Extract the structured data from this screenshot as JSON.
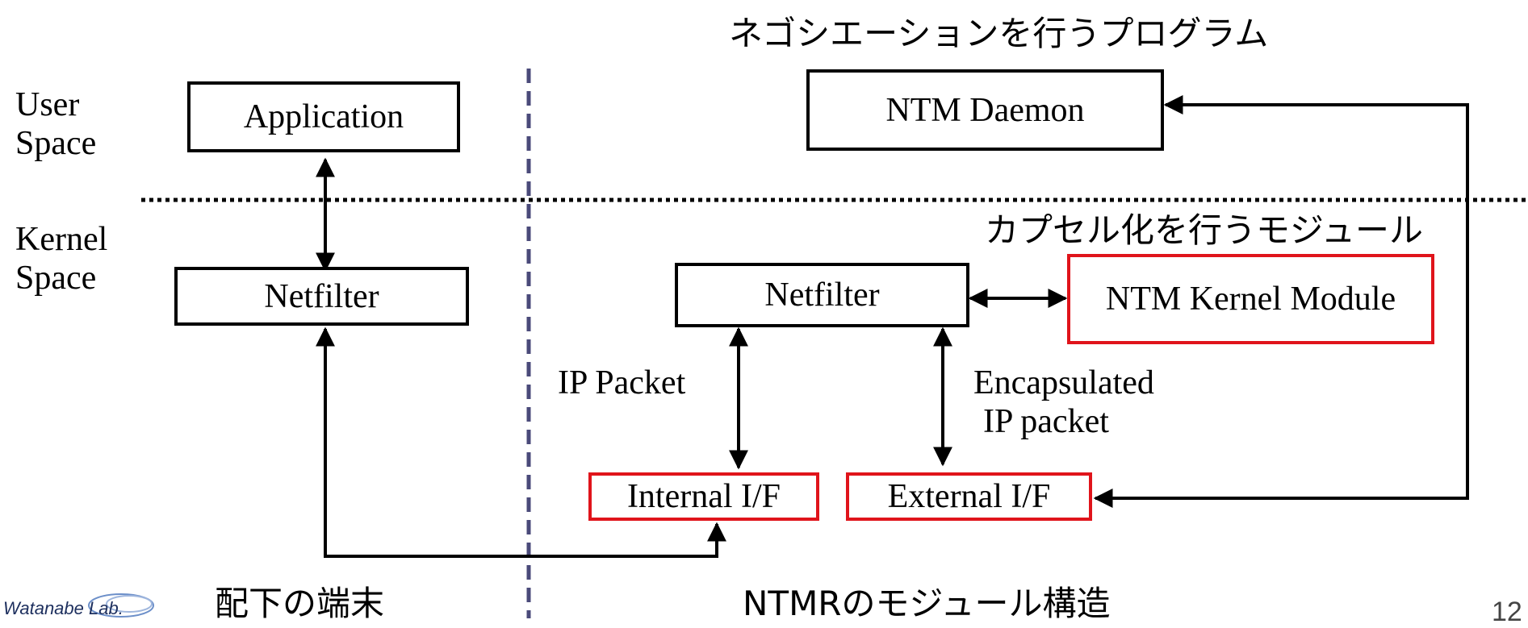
{
  "titles": {
    "negotiation": "ネゴシエーションを行うプログラム",
    "encapsulation": "カプセル化を行うモジュール",
    "terminal_caption": "配下の端末",
    "router_caption": "NTMRのモジュール構造"
  },
  "space_labels": {
    "user": [
      "User",
      "Space"
    ],
    "kernel": [
      "Kernel",
      "Space"
    ]
  },
  "boxes": {
    "application": "Application",
    "netfilter_left": "Netfilter",
    "ntm_daemon": "NTM Daemon",
    "netfilter_right": "Netfilter",
    "ntm_kernel_module": "NTM Kernel Module",
    "internal_if": "Internal I/F",
    "external_if": "External I/F"
  },
  "edge_labels": {
    "ip_packet": "IP Packet",
    "encapsulated": [
      "Encapsulated",
      "IP packet"
    ]
  },
  "logo": {
    "text": "Watanabe Lab."
  },
  "page_number": "12",
  "colors": {
    "red_border": "#e0141b",
    "divider": "#4a4a7a"
  }
}
